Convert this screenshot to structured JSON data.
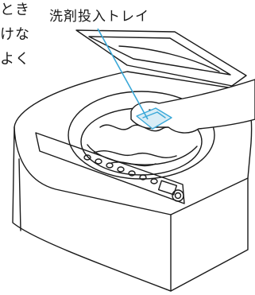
{
  "text_fragments": [
    "とき",
    "けな",
    "よく"
  ],
  "callout_label": "洗剤投入トレイ",
  "colors": {
    "leader_line": "#3aa8d8",
    "ink": "#1a1a1a",
    "background": "#ffffff"
  }
}
